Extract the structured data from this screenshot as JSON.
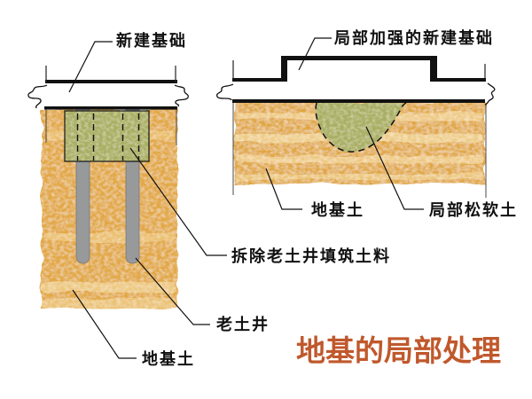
{
  "figure": {
    "title": "地基的局部处理",
    "left_diagram": {
      "name": "treatment of old soil well under new foundation",
      "labels": {
        "foundation": "新建基础",
        "fill_material": "拆除老土井填筑土料",
        "old_well": "老土井",
        "subsoil": "地基土"
      }
    },
    "right_diagram": {
      "name": "locally strengthened foundation over soft soil pocket",
      "labels": {
        "foundation": "局部加强的新建基础",
        "subsoil": "地基土",
        "soft_soil": "局部松软土"
      }
    },
    "colors": {
      "soil_tan": "#e2a844",
      "fill_green": "#a9ae63",
      "well_gray": "#97999b",
      "line_black": "#111111",
      "title_red": "#c0582c"
    }
  }
}
